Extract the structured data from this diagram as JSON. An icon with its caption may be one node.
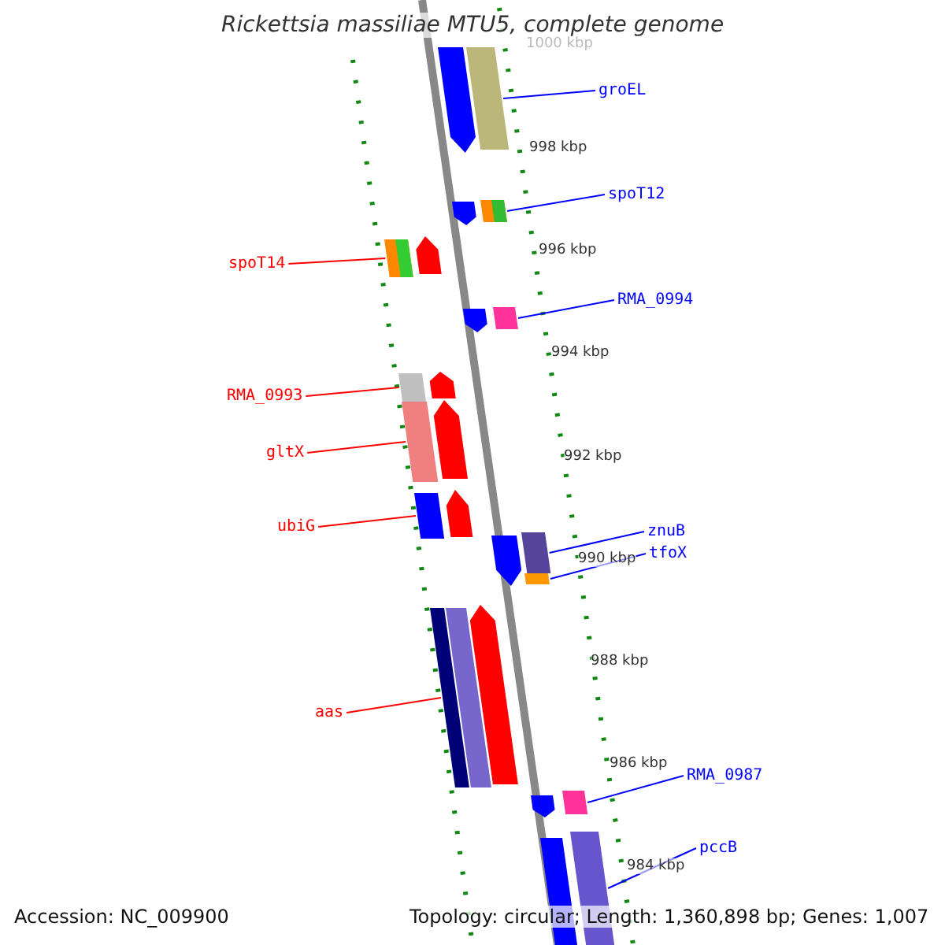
{
  "diagram": {
    "title": "Rickettsia massiliae MTU5, complete genome",
    "nodes": [
      {
        "text": [
          "groEL"
        ]
      },
      {
        "text": [
          "spoT12"
        ]
      },
      {
        "text": [
          "spoT14"
        ]
      },
      {
        "text": [
          "RMA_0994"
        ]
      },
      {
        "text": [
          "RMA_0993"
        ]
      },
      {
        "text": [
          "gltX"
        ]
      },
      {
        "text": [
          "ubiG"
        ]
      },
      {
        "text": [
          "znuB"
        ]
      },
      {
        "text": [
          "tfoX"
        ]
      },
      {
        "text": [
          "aas"
        ]
      },
      {
        "text": [
          "RMA_0987"
        ]
      },
      {
        "text": [
          "pccB"
        ]
      },
      {
        "text": [],
        "shape": "arrow"
      },
      {
        "text": [],
        "shape": "bar"
      },
      {
        "text": [],
        "shape": "arrow"
      },
      {
        "text": [],
        "shape": "bar"
      },
      {
        "text": [],
        "shape": "bar"
      },
      {
        "text": [],
        "shape": "arrow"
      },
      {
        "text": [],
        "shape": "arrow"
      },
      {
        "text": [],
        "shape": "bar"
      },
      {
        "text": [],
        "shape": "bar"
      },
      {
        "text": [],
        "shape": "arrow"
      },
      {
        "text": [],
        "shape": "bar"
      },
      {
        "text": [],
        "shape": "arrow"
      },
      {
        "text": [],
        "shape": "bar"
      },
      {
        "text": [],
        "shape": "arrow"
      },
      {
        "text": [],
        "shape": "arrow"
      },
      {
        "text": [],
        "shape": "bar"
      },
      {
        "text": [],
        "shape": "bar"
      },
      {
        "text": [],
        "shape": "bar"
      },
      {
        "text": [],
        "shape": "bar"
      },
      {
        "text": [],
        "shape": "arrow"
      },
      {
        "text": [],
        "shape": "arrow"
      },
      {
        "text": [],
        "shape": "bar"
      },
      {
        "text": [],
        "shape": "bar"
      },
      {
        "text": [],
        "shape": "bar"
      }
    ],
    "edges": [
      {
        "from": 0,
        "to": 13,
        "arrow": "none"
      },
      {
        "from": 1,
        "to": 15,
        "arrow": "none"
      },
      {
        "from": 2,
        "to": 16,
        "arrow": "none",
        "color": "#ff0000"
      },
      {
        "from": 3,
        "to": 19,
        "arrow": "none"
      },
      {
        "from": 4,
        "to": 20,
        "arrow": "none",
        "color": "#ff0000"
      },
      {
        "from": 5,
        "to": 22,
        "arrow": "none",
        "color": "#ff0000"
      },
      {
        "from": 6,
        "to": 24,
        "arrow": "none",
        "color": "#ff0000"
      },
      {
        "from": 7,
        "to": 27,
        "arrow": "none"
      },
      {
        "from": 8,
        "to": 28,
        "arrow": "none"
      },
      {
        "from": 9,
        "to": 29,
        "arrow": "none",
        "color": "#ff0000"
      },
      {
        "from": 10,
        "to": 33,
        "arrow": "none"
      },
      {
        "from": 11,
        "to": 35,
        "arrow": "none"
      }
    ],
    "labels": [
      "1000 kbp",
      "998 kbp",
      "996 kbp",
      "994 kbp",
      "992 kbp",
      "990 kbp",
      "988 kbp",
      "986 kbp",
      "984 kbp",
      "Accession: NC_009900",
      "Topology: circular; Length: 1,360,898 bp; Genes: 1,007"
    ]
  }
}
